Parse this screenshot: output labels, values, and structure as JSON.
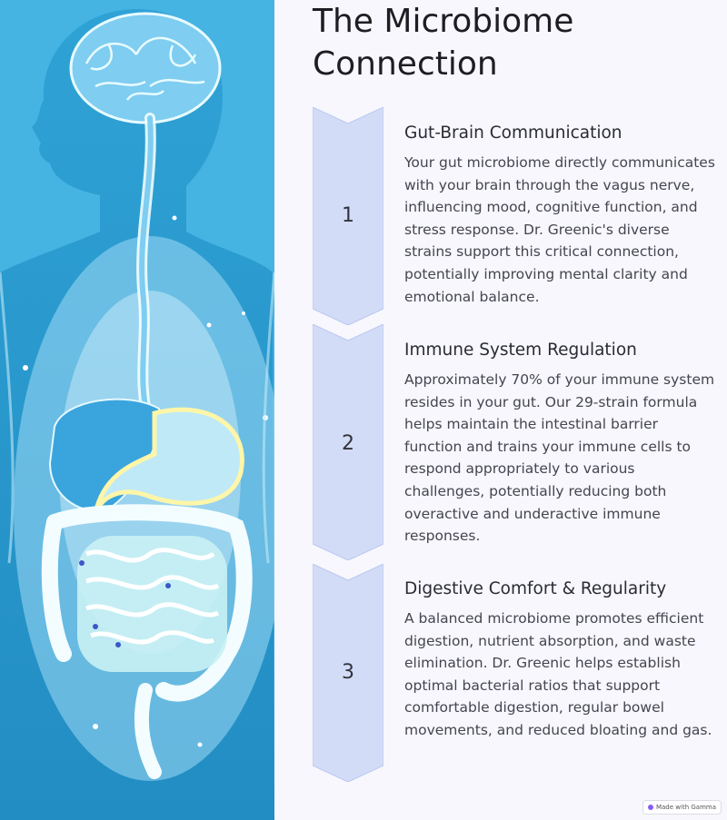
{
  "title": "The Microbiome Connection",
  "steps": [
    {
      "number": "1",
      "heading": "Gut-Brain Communication",
      "body": "Your gut microbiome directly communicates with your brain through the vagus nerve, influencing mood, cognitive function, and stress response. Dr. Greenic's diverse strains support this critical connection, potentially improving mental clarity and emotional balance."
    },
    {
      "number": "2",
      "heading": "Immune System Regulation",
      "body": "Approximately 70% of your immune system resides in your gut. Our 29-strain formula helps maintain the intestinal barrier function and trains your immune cells to respond appropriately to various challenges, potentially reducing both overactive and underactive immune responses."
    },
    {
      "number": "3",
      "heading": "Digestive Comfort & Regularity",
      "body": "A balanced microbiome promotes efficient digestion, nutrient absorption, and waste elimination. Dr. Greenic helps establish optimal bacterial ratios that support comfortable digestion, regular bowel movements, and reduced bloating and gas."
    }
  ],
  "badge": "Made with Gamma",
  "colors": {
    "chevron_fill": "#d2dcf7",
    "chevron_stroke": "#b9c6ef",
    "background": "#f7f7fd",
    "illustration_blue": "#2fa6d8"
  }
}
